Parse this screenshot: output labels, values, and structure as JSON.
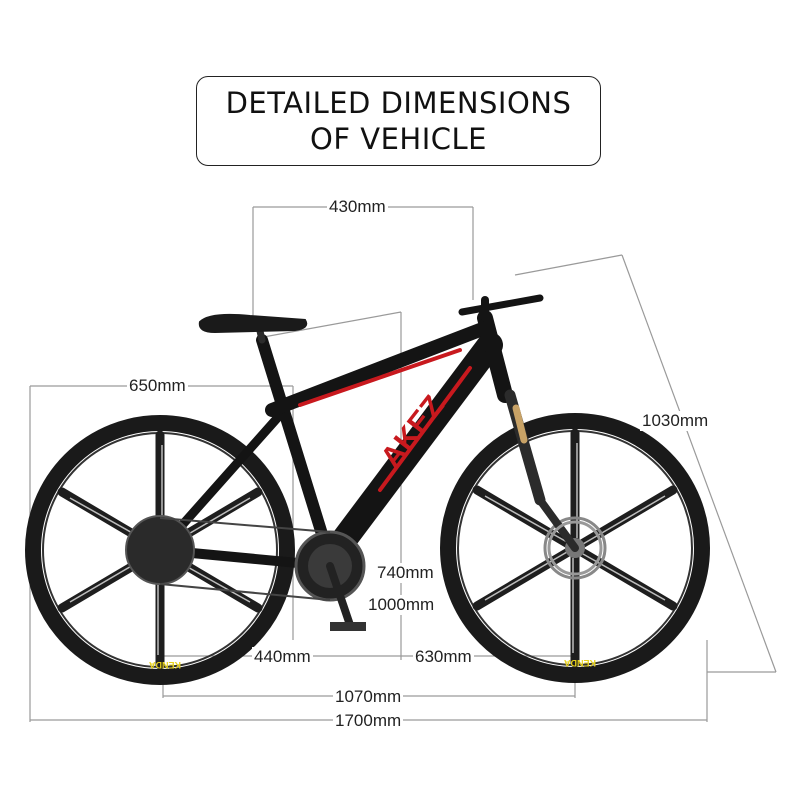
{
  "title": {
    "line1": "DETAILED DIMENSIONS",
    "line2": "OF VEHICLE"
  },
  "brand": {
    "frame_logo": "AKEZ",
    "tire_brand": "KENDA"
  },
  "dimensions": {
    "handlebar_reach": "430mm",
    "seat_height": "650mm",
    "diagonal_length": "1030mm",
    "standover_height": "740mm",
    "overall_height": "1000mm",
    "rear_center": "440mm",
    "front_center": "630mm",
    "wheelbase": "1070mm",
    "overall_length": "1700mm"
  },
  "colors": {
    "frame": "#141414",
    "accent": "#c8191e",
    "tire_label": "#e8d21a",
    "dim_line": "#999999"
  }
}
